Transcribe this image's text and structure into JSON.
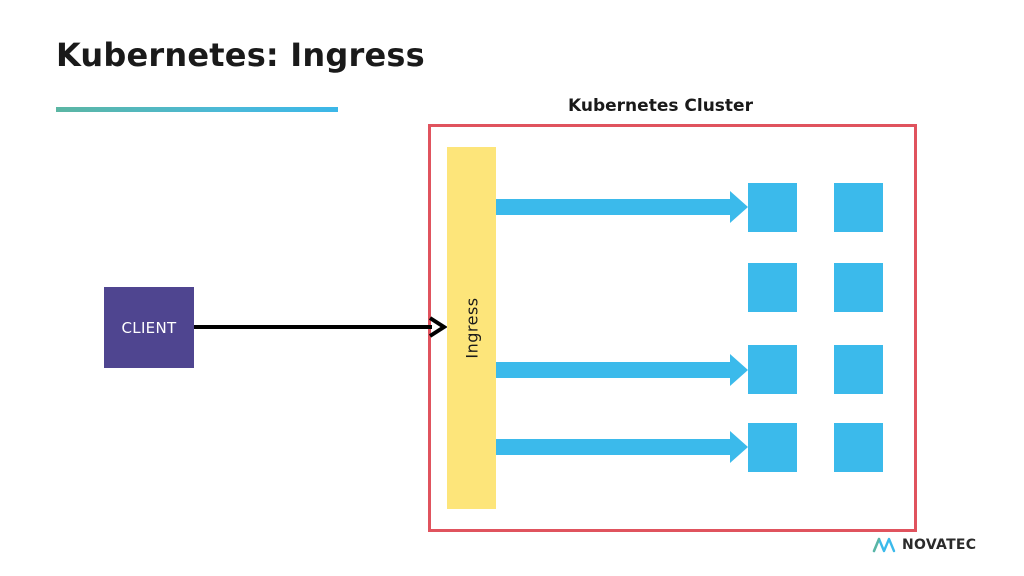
{
  "slide": {
    "title": "Kubernetes: Ingress"
  },
  "diagram": {
    "cluster_label": "Kubernetes Cluster",
    "client_label": "CLIENT",
    "ingress_label": "Ingress",
    "colors": {
      "cluster_border": "#e0535e",
      "client_fill": "#4f4590",
      "ingress_fill": "#fde57a",
      "pod_fill": "#3bbaeb",
      "route_arrow": "#3bbaeb",
      "client_arrow": "#000000"
    }
  },
  "branding": {
    "logo_text": "NOVATEC",
    "logo_icon": "novatec-logo-icon"
  }
}
